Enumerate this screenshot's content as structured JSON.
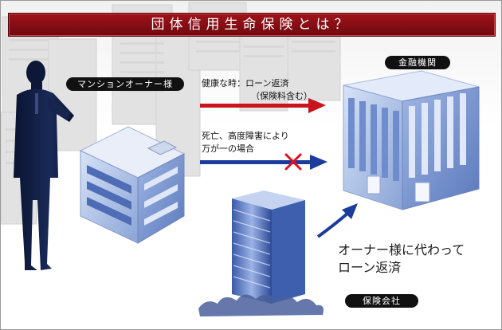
{
  "title": "団体信用生命保険とは？",
  "labels": {
    "owner": "マンションオーナー様",
    "bank": "金融機関",
    "insurer": "保険会社"
  },
  "flows": {
    "healthy_line1": "健康な時：ローン返済",
    "healthy_line2": "（保険料含む）",
    "death_line1": "死亡、高度障害により",
    "death_line2": "万が一の場合"
  },
  "insurer_message": {
    "line1": "オーナー様に代わって",
    "line2": "ローン返済"
  },
  "colors": {
    "title_bar": "#8a0e14",
    "arrow_red": "#c8141c",
    "arrow_blue": "#1c3c9c",
    "cross": "#e0101e",
    "silhouette": "#101c3c"
  }
}
